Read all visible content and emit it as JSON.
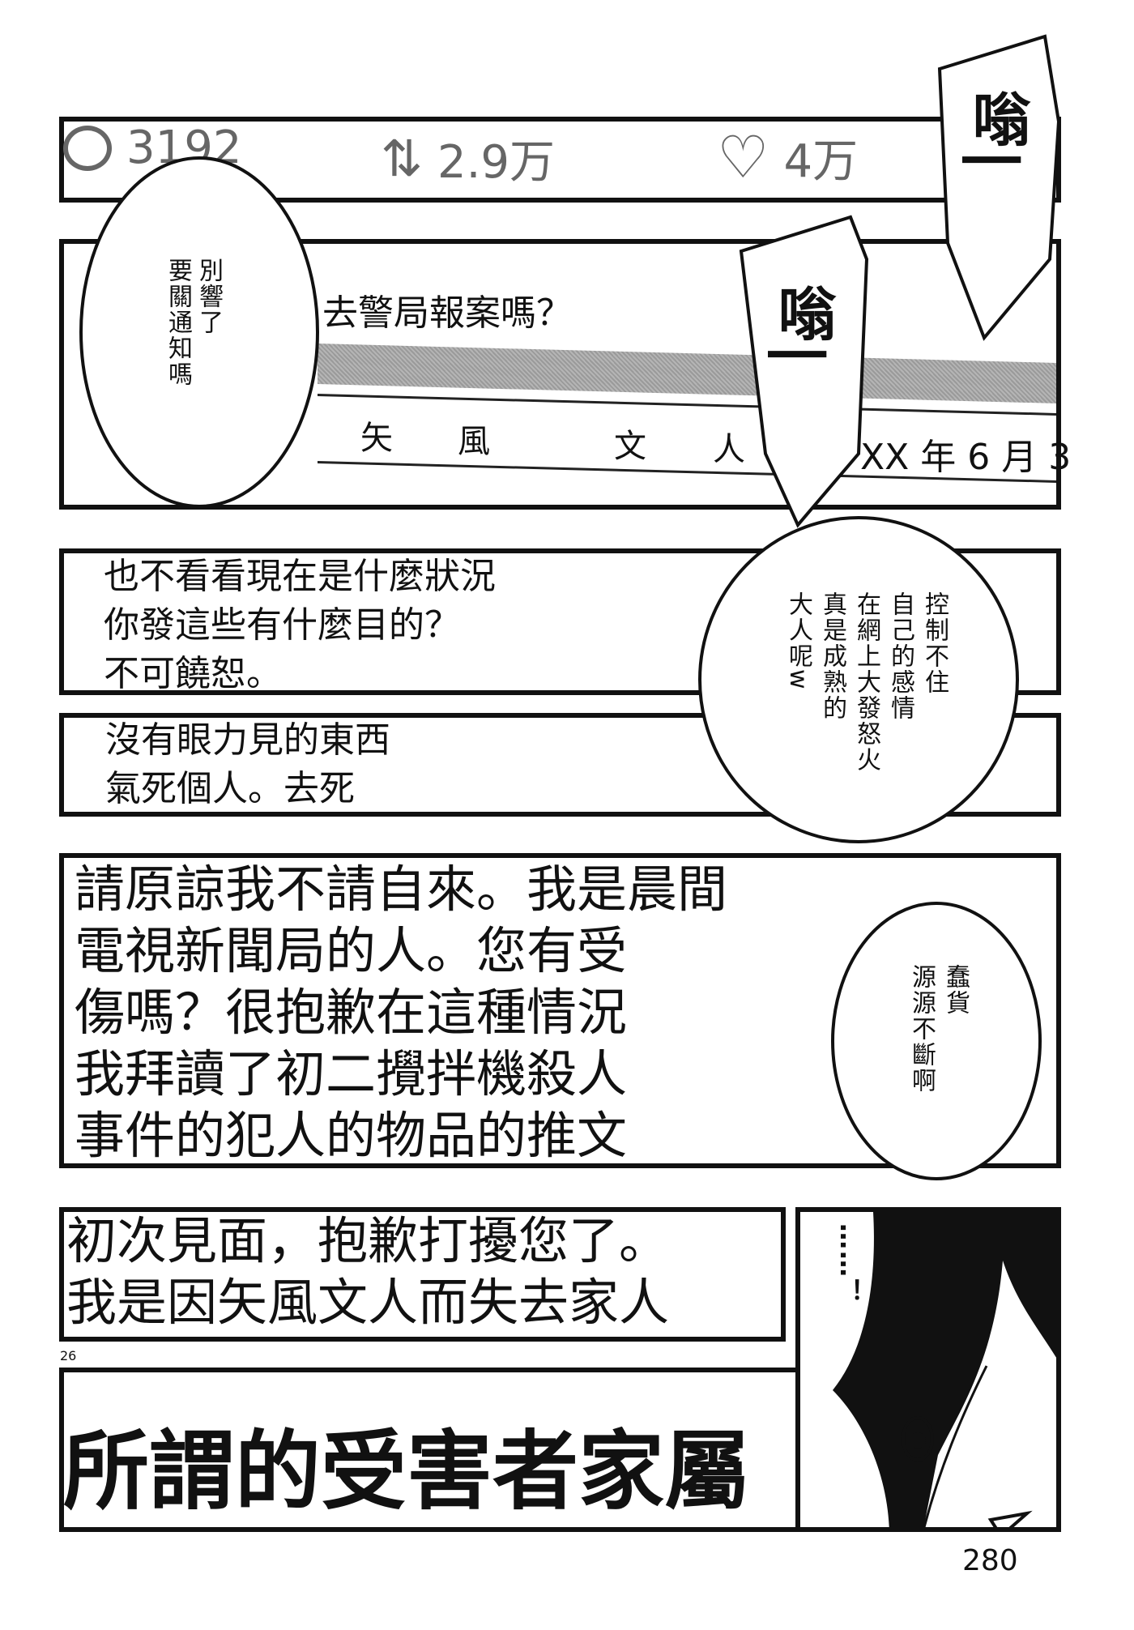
{
  "tweet_stats": {
    "replies": {
      "icon": "speech-bubble-icon",
      "count": "3192"
    },
    "retweets": {
      "icon": "retweet-icon",
      "count": "2.9万"
    },
    "likes": {
      "icon": "heart-icon",
      "count": "4万"
    }
  },
  "panel2": {
    "tweet_text": "去警局報案嗎？",
    "name_chars": [
      "矢",
      "風",
      "文",
      "人"
    ],
    "date": "XX 年 6 月 3"
  },
  "bubbles": {
    "left_oval": "別響了\n要關通知嗎",
    "sfx_1": "嗡|",
    "sfx_2": "嗡|",
    "right_oval_1": "控制不住\n自己的感情\n在網上大發怒火\n真是成熟的\n大人呢w",
    "right_oval_2": "蠢貨\n源源不斷啊",
    "face_panel": "……！"
  },
  "replies": {
    "reply_1": "也不看看現在是什麼狀況\n你發這些有什麼目的？\n不可饒恕。",
    "reply_2": "沒有眼力見的東西\n氣死個人。去死",
    "reply_3": "請原諒我不請自來。我是晨間\n電視新聞局的人。您有受\n傷嗎？很抱歉在這種情況\n我拜讀了初二攪拌機殺人\n事件的犯人的物品的推文",
    "reply_4": "初次見面，抱歉打擾您了。\n我是因矢風文人而失去家人",
    "caption": "所謂的受害者家屬"
  },
  "footer": {
    "side_number": "26",
    "page_number": "280"
  }
}
